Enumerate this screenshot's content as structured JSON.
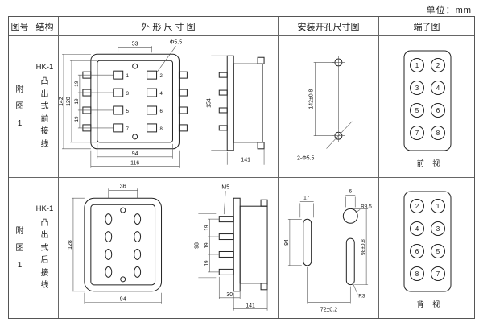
{
  "page": {
    "unit": "单位：mm"
  },
  "table": {
    "headers": {
      "fig": "图号",
      "structure": "结构",
      "outline": "外 形 尺 寸 图",
      "mounting": "安装开孔尺寸图",
      "terminal": "端子图"
    }
  },
  "row1": {
    "fig": "附图1",
    "model": "HK-1",
    "structure": "凸出式前接线",
    "outline": {
      "top_width": "53",
      "hole_dia": "Φ5.5",
      "height_outer": "142",
      "height_inner": "128",
      "pitch1": "19",
      "pitch2": "19",
      "pitch3": "19",
      "width_inner": "94",
      "width_outer": "116",
      "side_height": "154",
      "side_depth": "141",
      "pins": [
        "1",
        "2",
        "3",
        "4",
        "5",
        "6",
        "7",
        "8"
      ]
    },
    "mounting": {
      "vertical_spacing": "142±0.8",
      "holes": "2-Φ5.5"
    },
    "terminal": {
      "left": [
        "1",
        "3",
        "5",
        "7"
      ],
      "right": [
        "2",
        "4",
        "6",
        "8"
      ],
      "caption": "前 视"
    }
  },
  "row2": {
    "fig": "附图1",
    "model": "HK-1",
    "structure": "凸出式后接线",
    "outline": {
      "top_width": "36",
      "thread": "M5",
      "height_outer": "128",
      "pin_span": "98",
      "pitch1": "19",
      "pitch2": "19",
      "pitch3": "19",
      "width": "94",
      "pin_depth": "30",
      "side_depth": "141"
    },
    "mounting": {
      "slot_offset": "17",
      "top_offset": "6",
      "radius_big": "R8.5",
      "left_span": "94",
      "right_span": "98±0.8",
      "radius_small": "R3",
      "horizontal_spacing": "72±0.2"
    },
    "terminal": {
      "left": [
        "2",
        "4",
        "6",
        "8"
      ],
      "right": [
        "1",
        "3",
        "5",
        "7"
      ],
      "caption": "背 视"
    }
  }
}
